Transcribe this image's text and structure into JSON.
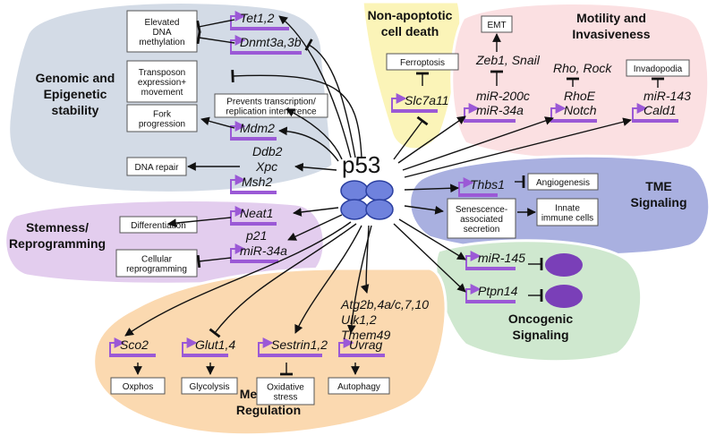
{
  "center": {
    "label": "p53"
  },
  "regions": {
    "genomic": "Genomic and|Epigenetic|stability",
    "nonapop": "Non-apoptotic|cell death",
    "motility": "Motility and|Invasiveness",
    "tme": "TME|Signaling",
    "stemness": "Stemness/|Reprogramming",
    "oncogenic": "Oncogenic|Signaling",
    "metabolic": "Metabolic|Regulation"
  },
  "genes": {
    "tet": "Tet1,2",
    "dnmt": "Dnmt3a,3b",
    "mdm2": "Mdm2",
    "ddb2": "Ddb2",
    "xpc": "Xpc",
    "msh2": "Msh2",
    "slc": "Slc7a11",
    "zeb": "Zeb1, Snail",
    "mir200": "miR-200c",
    "mir34a": "miR-34a",
    "rho": "Rho, Rock",
    "rhoe": "RhoE",
    "notch": "Notch",
    "mir143": "miR-143",
    "cald1": "Cald1",
    "thbs1": "Thbs1",
    "neat1": "Neat1",
    "p21": "p21",
    "mir34a_stem": "miR-34a",
    "mir145": "miR-145",
    "ptpn14": "Ptpn14",
    "atg": "Atg2b,4a/c,7,10",
    "ulk": "Ulk1,2",
    "tmem": "Tmem49",
    "sco2": "Sco2",
    "glut": "Glut1,4",
    "sestrin": "Sestrin1,2",
    "uvrag": "Uvrag"
  },
  "boxes": {
    "dna_meth": "Elevated|DNA|methylation",
    "transposon": "Transposon|expression+|movement",
    "prevents": "Prevents transcription/|replication interference",
    "fork": "Fork|progression",
    "repair": "DNA repair",
    "ferroptosis": "Ferroptosis",
    "emt": "EMT",
    "invadopodia": "Invadopodia",
    "angio": "Angiogenesis",
    "senescence": "Senescence-|associated|secretion",
    "innate": "Innate|immune cells",
    "diff": "Differentiation",
    "cellrep": "Cellular|reprogramming",
    "oxphos": "Oxphos",
    "glyco": "Glycolysis",
    "oxstress": "Oxidative|stress",
    "autophagy": "Autophagy"
  },
  "colors": {
    "genomic": "#d3dbe6",
    "nonapop": "#fbf4b8",
    "motility": "#fbe0e2",
    "tme": "#a9b0e0",
    "stemness": "#e3cdee",
    "oncogenic": "#cfe8cf",
    "metabolic": "#fbd9b0",
    "gene_bar": "#9b59d6",
    "p53_circle": "#6f82dd",
    "oval": "#7a3fb8"
  }
}
